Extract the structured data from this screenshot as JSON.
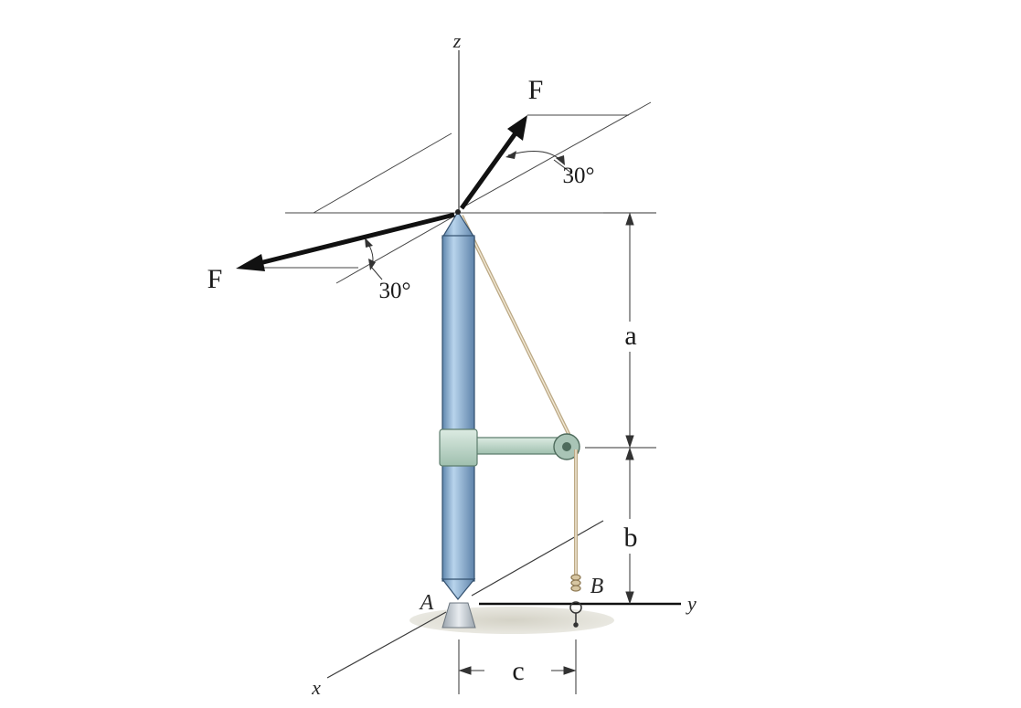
{
  "axes": {
    "z": "z",
    "y": "y",
    "x": "x"
  },
  "points": {
    "A": "A",
    "B": "B"
  },
  "forces": {
    "upper": "F",
    "lower": "F"
  },
  "angles": {
    "upper": "30°",
    "lower": "30°"
  },
  "dimensions": {
    "a": "a",
    "b": "b",
    "c": "c"
  },
  "colors": {
    "pole_fill": "#8fb4d6",
    "pole_stroke": "#33506e",
    "bracket_fill": "#bcd6c8",
    "rope": "#c9b48f",
    "ground": "#d8d6cc",
    "support": "#c9cfd6"
  }
}
